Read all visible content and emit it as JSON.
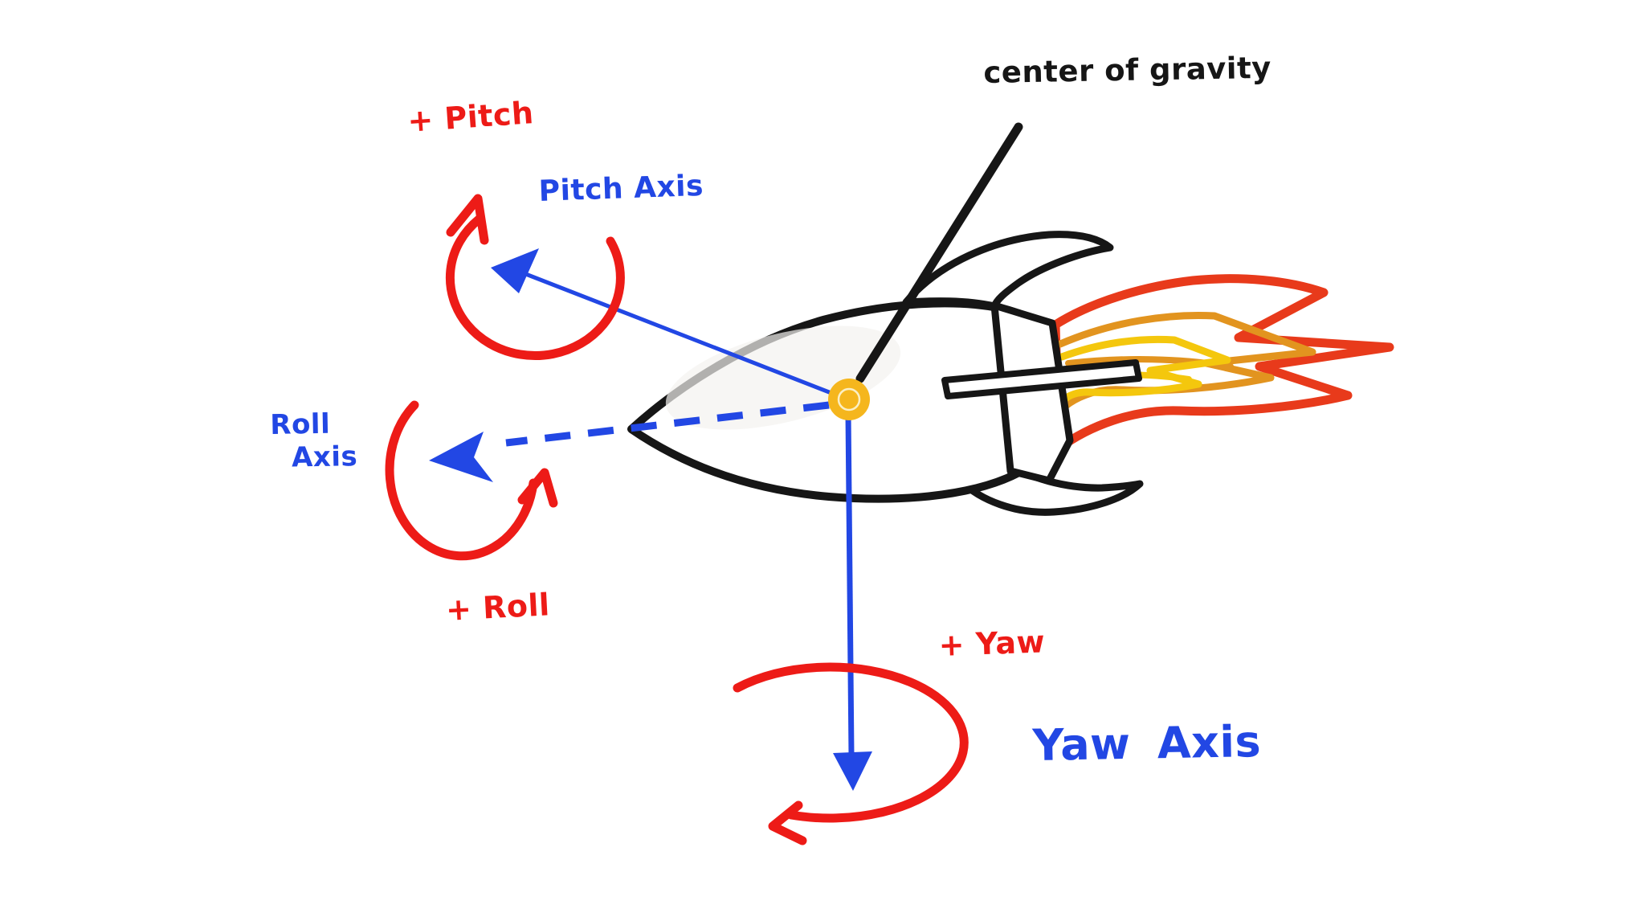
{
  "labels": {
    "center_of_gravity": "center of gravity",
    "pitch_positive": "+ Pitch",
    "pitch_axis": "Pitch Axis",
    "roll_axis_line1": "Roll",
    "roll_axis_line2": "Axis",
    "roll_positive": "+ Roll",
    "yaw_positive": "+ Yaw",
    "yaw_axis": "Yaw Axis"
  },
  "colors": {
    "background": "#FFFFFF",
    "white": "#FFFFFF",
    "ink": "#161616",
    "blue": "#2247E4",
    "red": "#ED1B17",
    "flame_red": "#E83A1B",
    "flame_orange": "#E2941F",
    "flame_yellow": "#F4C70D",
    "cg_fill": "#F5B61D",
    "cg_ring": "#FBEFC4",
    "body_shade": "#F3F2F0"
  }
}
